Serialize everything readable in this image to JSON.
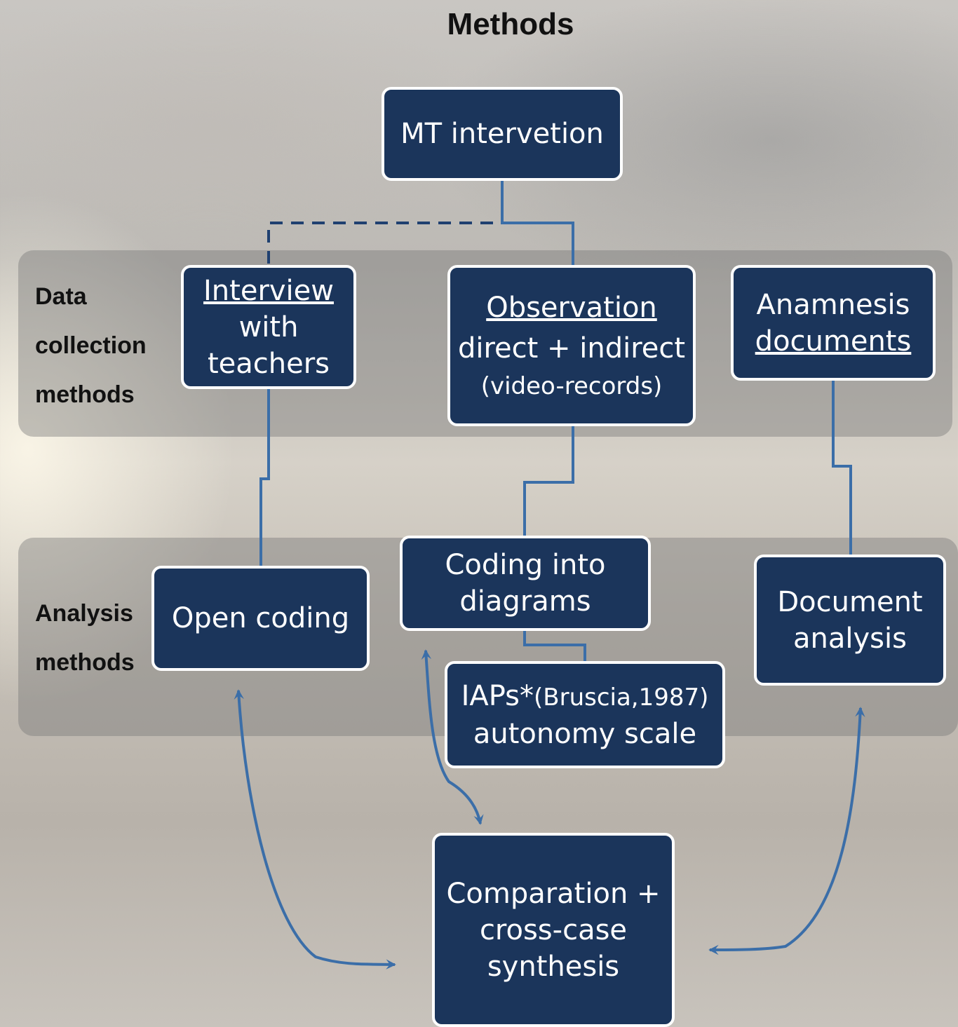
{
  "title": "Methods",
  "bands": {
    "data_collection": {
      "label_lines": [
        "Data",
        "collection",
        "methods"
      ]
    },
    "analysis": {
      "label_lines": [
        "Analysis",
        "methods"
      ]
    }
  },
  "nodes": {
    "mt_intervention": {
      "line1": "MT intervetion"
    },
    "interview": {
      "line1": "Interview",
      "line2": "with",
      "line3": "teachers"
    },
    "observation": {
      "line1": "Observation",
      "line2": "direct + indirect",
      "line3": "(video-records)"
    },
    "anamnesis": {
      "line1": "Anamnesis",
      "line2": "documents"
    },
    "open_coding": {
      "line1": "Open coding"
    },
    "coding_diagrams": {
      "line1": "Coding into",
      "line2": "diagrams"
    },
    "iaps": {
      "line1_main": "IAPs*",
      "line1_small": "(Bruscia,1987)",
      "line2": "autonomy scale"
    },
    "document_analysis": {
      "line1": "Document",
      "line2": "analysis"
    },
    "comparation": {
      "line1": "Comparation +",
      "line2": "cross-case",
      "line3": "synthesis"
    }
  },
  "colors": {
    "box_fill": "#1b355b",
    "box_border": "#ffffff",
    "connector": "#3b6ea8",
    "dashed_connector": "#1f4070",
    "band": "#808080"
  }
}
